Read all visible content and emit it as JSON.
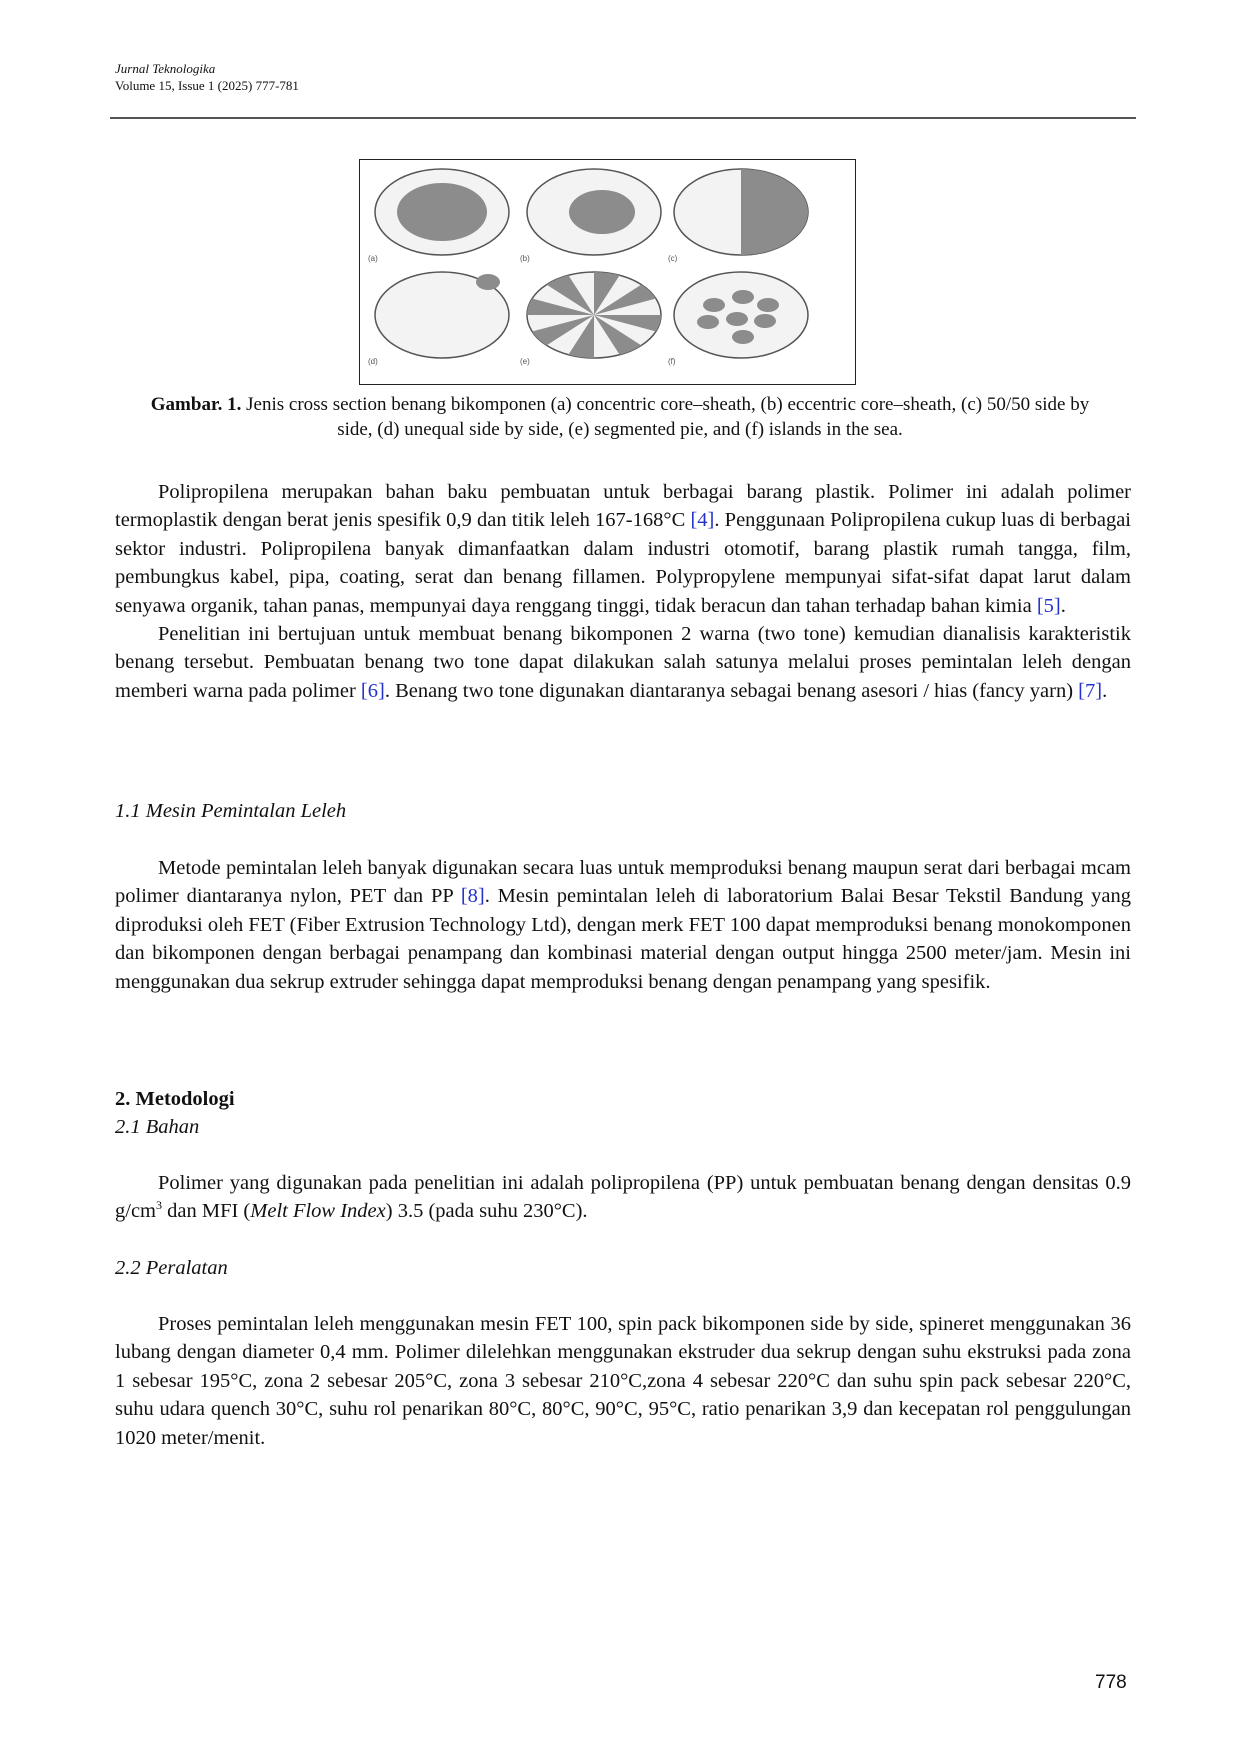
{
  "header": {
    "journal": "Jurnal Teknologika",
    "volume": "Volume 15, Issue 1 (2025) 777-781"
  },
  "figure": {
    "panel_labels": [
      "(a)",
      "(b)",
      "(c)",
      "(d)",
      "(e)",
      "(f)"
    ],
    "colors": {
      "fill_light": "#f3f3f3",
      "fill_dark": "#8c8c8c",
      "stroke": "#555555"
    }
  },
  "caption": {
    "label": "Gambar. 1.",
    "text": " Jenis cross section benang bikomponen (a) concentric core–sheath, (b) eccentric core–sheath, (c) 50/50 side by side, (d) unequal side by side, (e) segmented pie, and (f) islands in the sea."
  },
  "para1": {
    "t1": "Polipropilena merupakan bahan baku pembuatan untuk berbagai barang plastik. Polimer ini adalah polimer termoplastik dengan berat jenis spesifik 0,9 dan titik leleh 167-168°C ",
    "c1": "[4]",
    "t2": ". Penggunaan Polipropilena cukup luas di berbagai sektor industri. Polipropilena banyak dimanfaatkan dalam industri otomotif, barang plastik rumah tangga, film, pembungkus kabel, pipa, coating, serat dan benang fillamen. Polypropylene mempunyai sifat-sifat dapat larut dalam senyawa organik, tahan panas, mempunyai daya renggang tinggi, tidak beracun dan tahan terhadap bahan kimia ",
    "c2": "[5]",
    "t3": "."
  },
  "para2": {
    "t1": "Penelitian ini bertujuan untuk membuat benang bikomponen 2 warna (two tone) kemudian dianalisis karakteristik benang tersebut. Pembuatan benang two tone dapat dilakukan salah satunya melalui proses pemintalan leleh dengan memberi warna pada polimer ",
    "c1": "[6]",
    "t2": ". Benang two tone digunakan diantaranya sebagai benang asesori / hias (fancy yarn) ",
    "c2": "[7]",
    "t3": "."
  },
  "section_1_1": {
    "title": "1.1 Mesin Pemintalan Leleh"
  },
  "para3": {
    "t1": "Metode pemintalan leleh banyak digunakan secara luas untuk memproduksi benang maupun serat dari berbagai mcam polimer diantaranya nylon, PET dan PP ",
    "c1": "[8]",
    "t2": ". Mesin pemintalan leleh di laboratorium Balai Besar Tekstil Bandung yang diproduksi oleh FET (Fiber Extrusion Technology Ltd), dengan merk FET 100 dapat memproduksi benang monokomponen dan bikomponen dengan berbagai penampang dan kombinasi material dengan output hingga 2500 meter/jam. Mesin ini menggunakan dua sekrup extruder sehingga dapat memproduksi benang dengan penampang yang spesifik."
  },
  "section_2": {
    "title": "2. Metodologi"
  },
  "section_2_1": {
    "title": "2.1 Bahan"
  },
  "para4": {
    "t1": "Polimer yang digunakan pada penelitian ini adalah  polipropilena (PP) untuk pembuatan benang dengan densitas 0.9 g/cm",
    "sup": "3",
    "t2": " dan MFI (",
    "it": "Melt Flow Index",
    "t3": ") 3.5 (pada suhu 230°C)."
  },
  "section_2_2": {
    "title": "2.2 Peralatan"
  },
  "para5": {
    "text": "Proses pemintalan leleh menggunakan mesin FET 100,  spin pack bikomponen side by side, spineret menggunakan 36 lubang dengan diameter 0,4 mm. Polimer dilelehkan menggunakan ekstruder dua sekrup dengan suhu ekstruksi pada zona 1 sebesar 195°C, zona 2 sebesar 205°C, zona 3 sebesar 210°C,zona 4 sebesar 220°C dan suhu spin pack sebesar 220°C, suhu udara quench 30°C, suhu rol penarikan 80°C, 80°C, 90°C, 95°C, ratio penarikan 3,9 dan kecepatan rol penggulungan 1020 meter/menit."
  },
  "page_number": "778"
}
